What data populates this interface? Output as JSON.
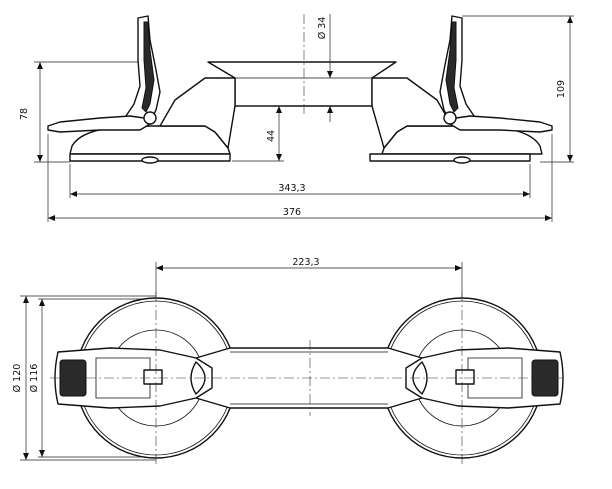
{
  "dimensions": {
    "top_view_diameter": "Ø 34",
    "overall_height_right": "109",
    "handle_height_left": "78",
    "base_height": "44",
    "suction_span": "343,3",
    "overall_length": "376",
    "center_distance": "223,3",
    "outer_diameter": "Ø 120",
    "inner_diameter": "Ø 116"
  },
  "colors": {
    "line": "#111111",
    "background": "#ffffff"
  }
}
